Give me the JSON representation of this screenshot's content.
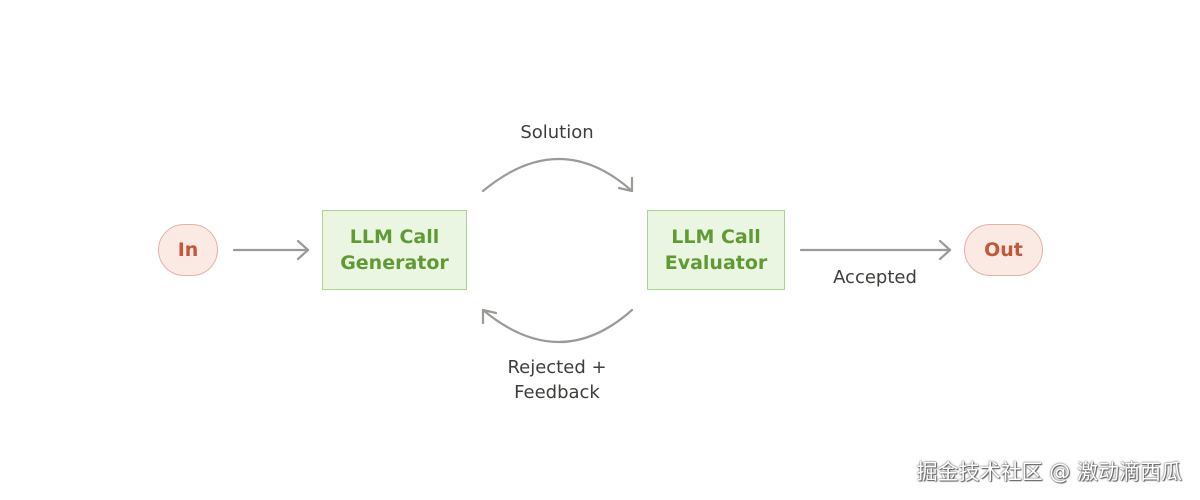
{
  "nodes": {
    "in_label": "In",
    "generator_line1": "LLM Call",
    "generator_line2": "Generator",
    "evaluator_line1": "LLM Call",
    "evaluator_line2": "Evaluator",
    "out_label": "Out"
  },
  "edges": {
    "solution_label": "Solution",
    "accepted_label": "Accepted",
    "rejected_line1": "Rejected +",
    "rejected_line2": "Feedback"
  },
  "watermark": "掘金技术社区 @ 激动滴西瓜",
  "colors": {
    "io_fill": "#fbe9e3",
    "io_border": "#e2b3a4",
    "io_text": "#c0583a",
    "llm_fill": "#eaf5e2",
    "llm_border": "#a9d493",
    "llm_text": "#5f9a33",
    "arrow": "#9a9a96"
  }
}
